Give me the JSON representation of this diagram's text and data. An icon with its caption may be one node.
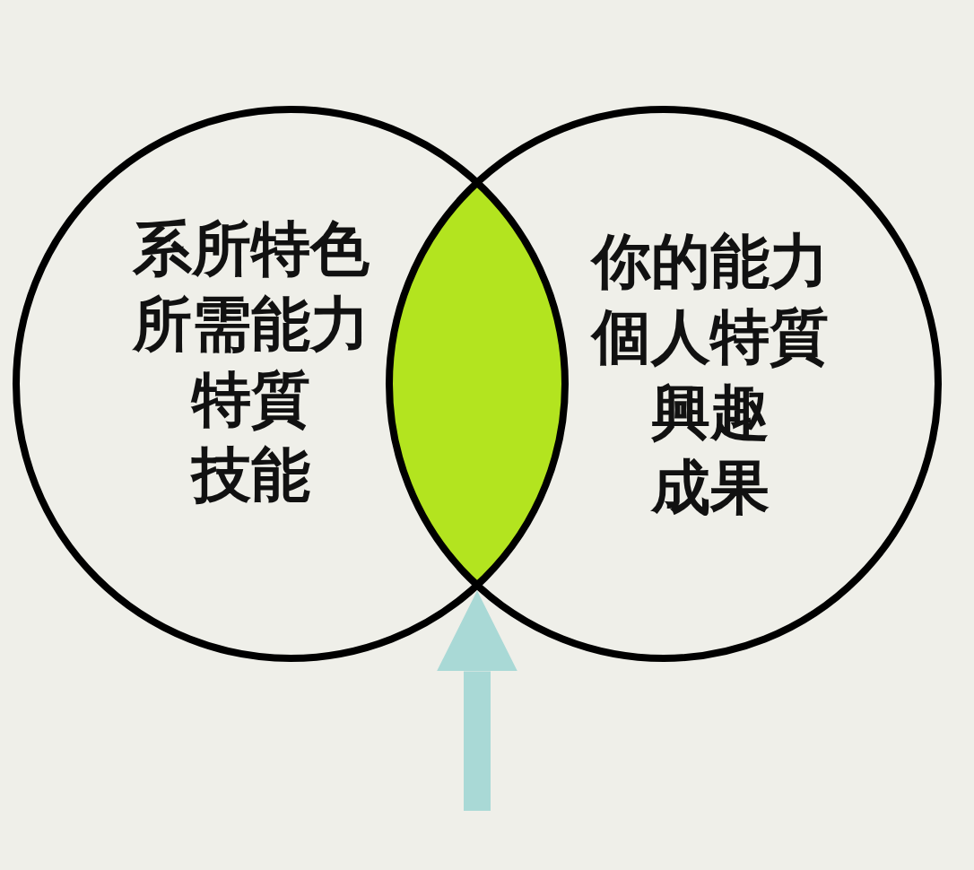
{
  "diagram": {
    "nodes": [
      {
        "text": [
          "系所特色",
          "所需能力",
          "特質",
          "技能"
        ]
      },
      {
        "text": [
          "你的能力",
          "個人特質",
          "興趣",
          "成果"
        ]
      },
      {
        "text": [],
        "shape": "lens"
      }
    ],
    "edges": [
      {
        "from": null,
        "to": 2,
        "arrow": "to"
      }
    ]
  }
}
